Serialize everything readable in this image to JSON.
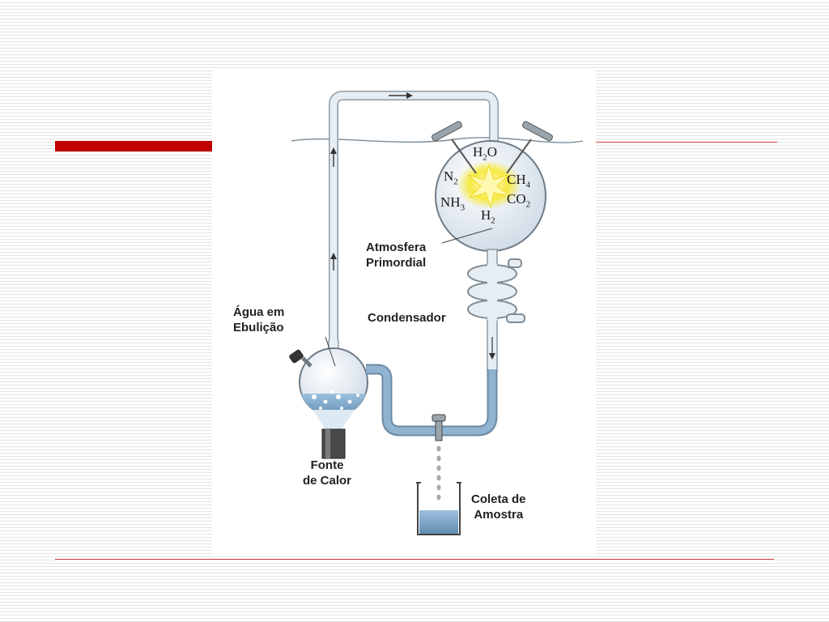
{
  "colors": {
    "accent_red": "#c00000",
    "tube": "#d9e4ec",
    "water": "#7fa8c9",
    "spark": "#f5e942"
  },
  "labels": {
    "atmosfera_1": "Atmosfera",
    "atmosfera_2": "Primordial",
    "condensador": "Condensador",
    "agua_1": "Água em",
    "agua_2": "Ebulição",
    "fonte_1": "Fonte",
    "fonte_2": "de Calor",
    "coleta_1": "Coleta de",
    "coleta_2": "Amostra"
  },
  "gases": {
    "h2o": {
      "base_1": "H",
      "sub": "2",
      "base_2": "O"
    },
    "n2": {
      "base": "N",
      "sub": "2"
    },
    "ch4": {
      "base": "CH",
      "sub": "4"
    },
    "nh3": {
      "base": "NH",
      "sub": "3"
    },
    "co2": {
      "base": "CO",
      "sub": "2"
    },
    "h2": {
      "base": "H",
      "sub": "2"
    }
  }
}
